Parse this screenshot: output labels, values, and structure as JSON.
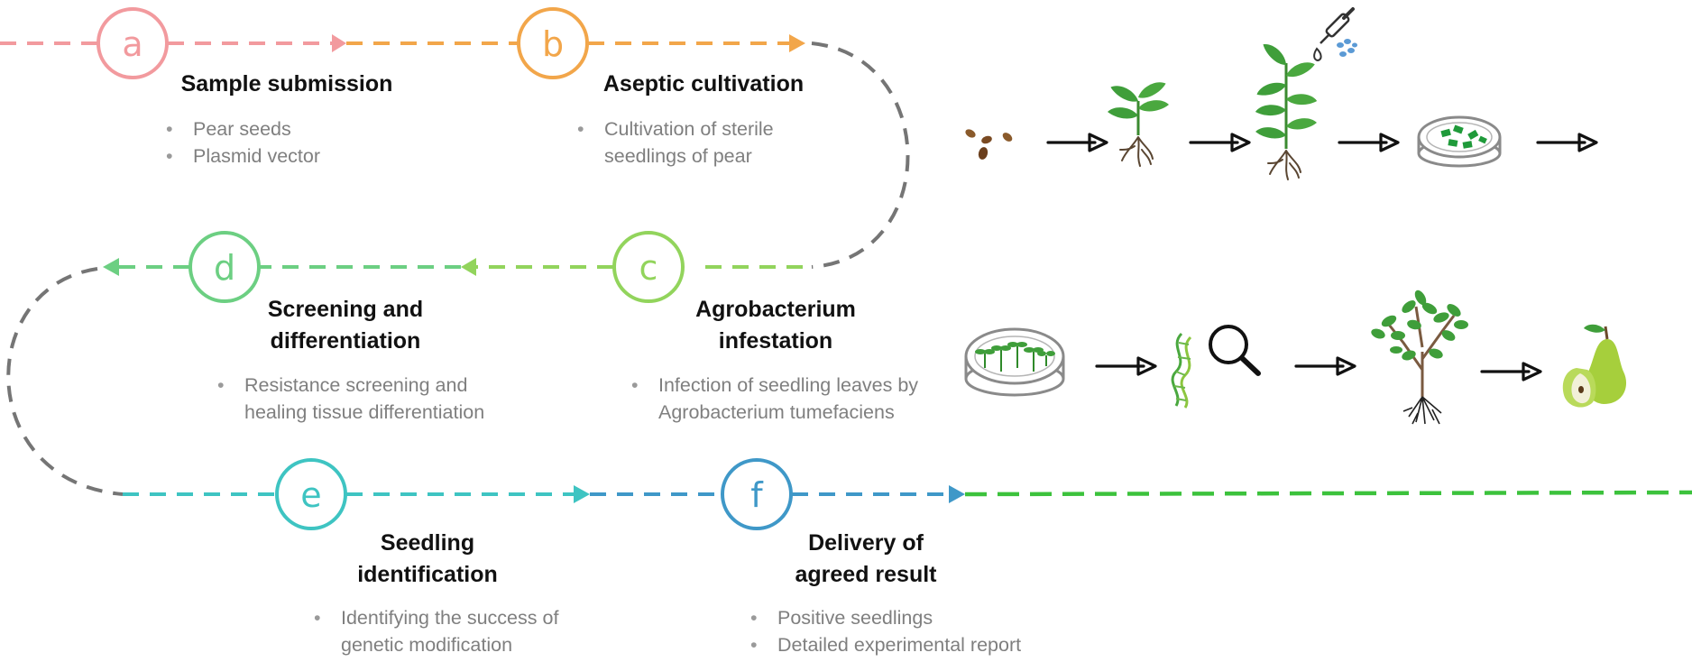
{
  "steps": [
    {
      "letter": "a",
      "title_lines": [
        "Sample submission"
      ],
      "bullets": [
        "Pear seeds",
        "Plasmid vector"
      ],
      "color": "#f29a9e"
    },
    {
      "letter": "b",
      "title_lines": [
        "Aseptic cultivation"
      ],
      "bullets": [
        "Cultivation of sterile seedlings of pear"
      ],
      "color": "#f2a64a"
    },
    {
      "letter": "c",
      "title_lines": [
        "Agrobacterium",
        "infestation"
      ],
      "bullets": [
        "Infection of seedling leaves by Agrobacterium tumefaciens"
      ],
      "color": "#92d45c"
    },
    {
      "letter": "d",
      "title_lines": [
        "Screening and",
        "differentiation"
      ],
      "bullets": [
        "Resistance screening and healing tissue differentiation"
      ],
      "color": "#6ccf82"
    },
    {
      "letter": "e",
      "title_lines": [
        "Seedling",
        "identification"
      ],
      "bullets": [
        "Identifying the success of genetic modification"
      ],
      "color": "#3ec4c2"
    },
    {
      "letter": "f",
      "title_lines": [
        "Delivery of",
        "agreed result"
      ],
      "bullets": [
        "Positive seedlings",
        "Detailed experimental report"
      ],
      "color": "#3f98c8"
    }
  ],
  "colors": {
    "connector_gray": "#757575",
    "final_line": "#3cc23c",
    "leaf": "#3f9e3a",
    "pear": "#a6cf3c",
    "arrow": "#111111",
    "dish": "#8a8a8a"
  },
  "icons": {
    "row1": [
      "seeds-icon",
      "sprout-icon",
      "young-plant-icon",
      "dropper-with-bacteria-icon",
      "petri-dish-with-leaves-icon"
    ],
    "row2": [
      "petri-dish-with-seedlings-icon",
      "dna-magnifier-icon",
      "tree-icon",
      "pear-fruit-icon"
    ]
  }
}
